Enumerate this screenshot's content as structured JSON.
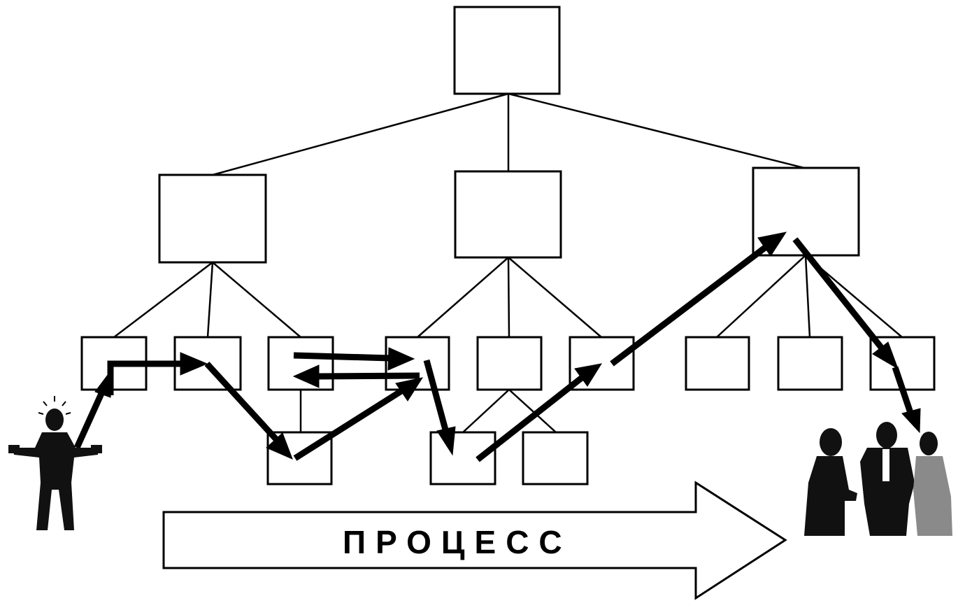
{
  "process": {
    "label": "ПРОЦЕСС"
  },
  "colors": {
    "ink": "#000000",
    "background": "#ffffff"
  },
  "structure": {
    "levels": 4,
    "top_unit_count": 1,
    "middle_unit_count": 3,
    "lower_unit_count": 9,
    "bottom_unit_count": 3
  },
  "icons": {
    "start": "confused-person-icon",
    "end": "business-people-group-icon"
  }
}
